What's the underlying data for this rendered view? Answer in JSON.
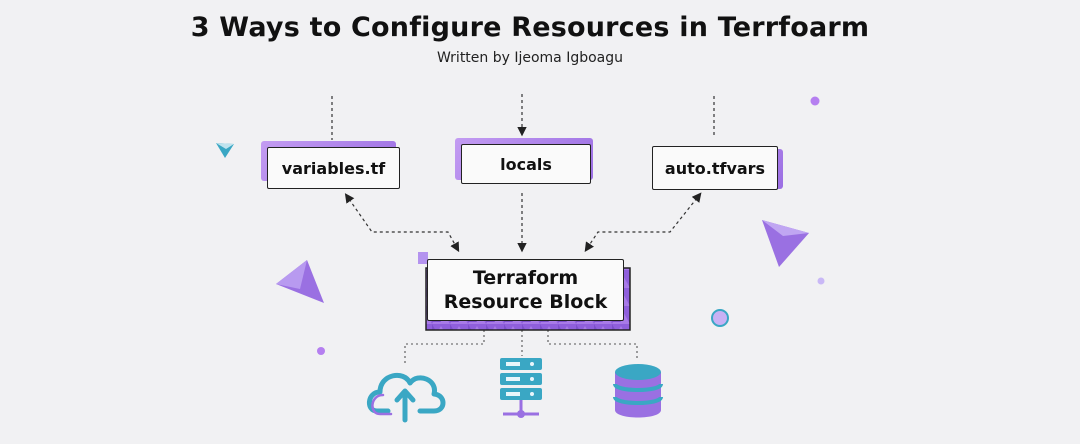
{
  "header": {
    "title": "3 Ways to Configure Resources in Terrfoarm",
    "subtitle": "Written by Ijeoma Igboagu"
  },
  "nodes": {
    "variables": "variables.tf",
    "locals": "locals",
    "autotfvars": "auto.tfvars",
    "resource_line1": "Terraform",
    "resource_line2": "Resource Block"
  },
  "icons": [
    "cloud-upload-icon",
    "server-rack-icon",
    "database-icon"
  ],
  "colors": {
    "accent_purple": "#9b6ee3",
    "accent_light": "#c7a8f4",
    "accent_teal": "#3aa7c4",
    "text": "#111111"
  }
}
